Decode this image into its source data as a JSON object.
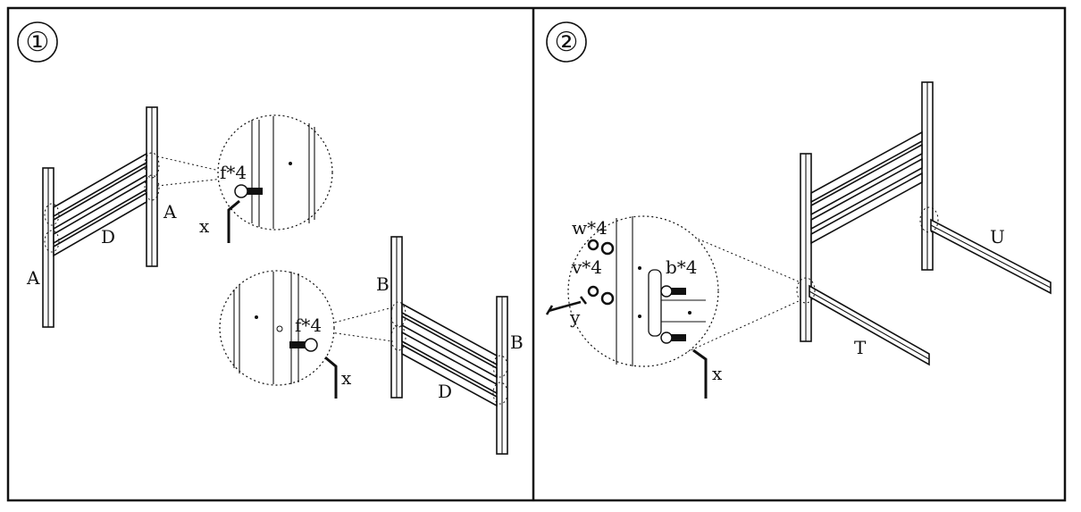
{
  "panel1": {
    "step": "①",
    "labels": {
      "A_left": "A",
      "A_right": "A",
      "D_top": "D",
      "B_left": "B",
      "B_right": "B",
      "D_bottom": "D",
      "x_top": "x",
      "x_bottom": "x"
    },
    "callout_top": "f*4",
    "callout_bottom": "f*4"
  },
  "panel2": {
    "step": "②",
    "labels": {
      "U": "U",
      "T": "T",
      "x": "x",
      "y": "y"
    },
    "callouts": {
      "w": "w*4",
      "v": "v*4",
      "b": "b*4"
    }
  },
  "colors": {
    "line": "#111111",
    "background": "#ffffff"
  },
  "icons": [
    "hex-key-icon",
    "wrench-icon",
    "bolt-icon",
    "nut-icon",
    "washer-icon"
  ]
}
